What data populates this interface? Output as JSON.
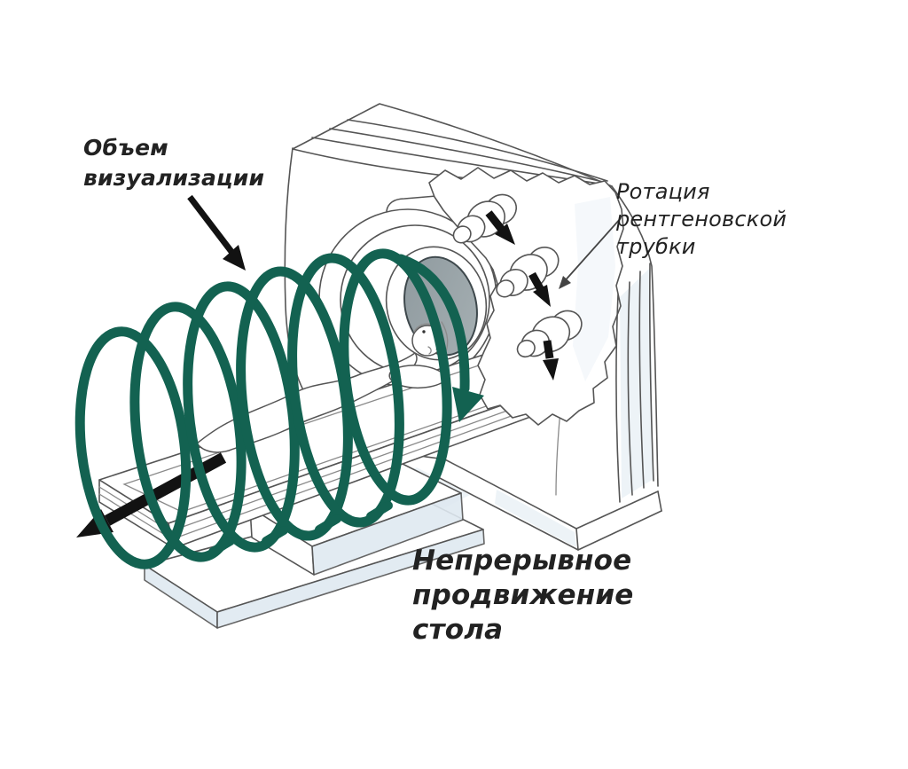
{
  "labels": {
    "volume": "Объем\nвизуализации",
    "tube_rotation": "Ротация\nрентгеновской\nтрубки",
    "table_motion": "Непрерывное\nпродвижение\nстола"
  },
  "colors": {
    "background": "#ffffff",
    "outline": "#555555",
    "outline_soft": "#8a8a8a",
    "arrow_black": "#121212",
    "helix_green": "#136251",
    "bore_gray_1": "#8e999e",
    "bore_gray_2": "#a6b0b3",
    "shading_blue": "#dfe9f1",
    "text": "#222222"
  },
  "icons": {
    "volume_arrow": "thick-black-arrow-down-right",
    "table_motion_arrow": "thick-black-arrow-down-left",
    "tube_rotation_arrows": [
      "black-arrow-down-right",
      "black-arrow-down-right",
      "black-arrow-down"
    ],
    "label_pointer_arrow": "thin-arrow-down-left",
    "helix": "green-spiral-loops-with-arrowhead"
  }
}
